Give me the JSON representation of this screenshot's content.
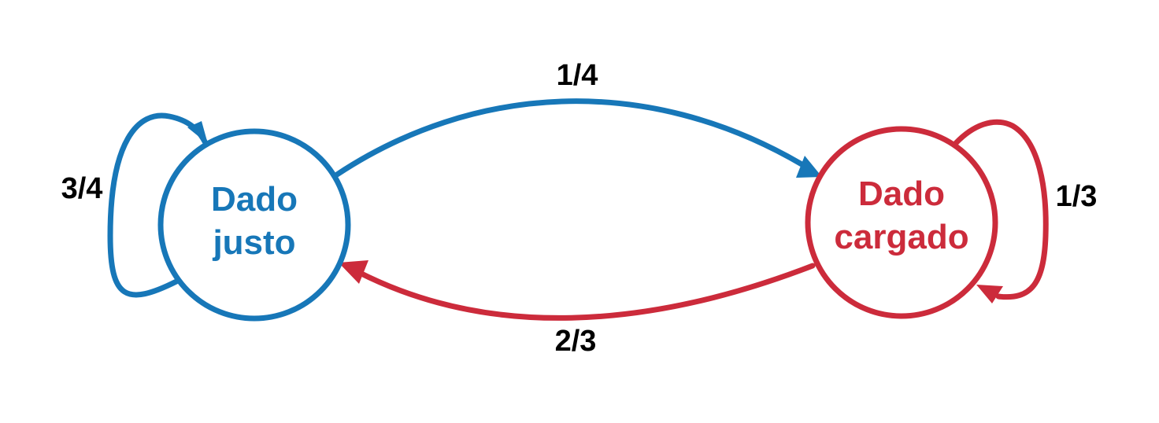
{
  "colors": {
    "fair": "#1777b8",
    "loaded": "#cc2b3b",
    "label": "#000000"
  },
  "states": {
    "fair": {
      "line1": "Dado",
      "line2": "justo"
    },
    "loaded": {
      "line1": "Dado",
      "line2": "cargado"
    }
  },
  "transitions": {
    "fair_to_fair": "3/4",
    "fair_to_loaded": "1/4",
    "loaded_to_fair": "2/3",
    "loaded_to_loaded": "1/3"
  }
}
